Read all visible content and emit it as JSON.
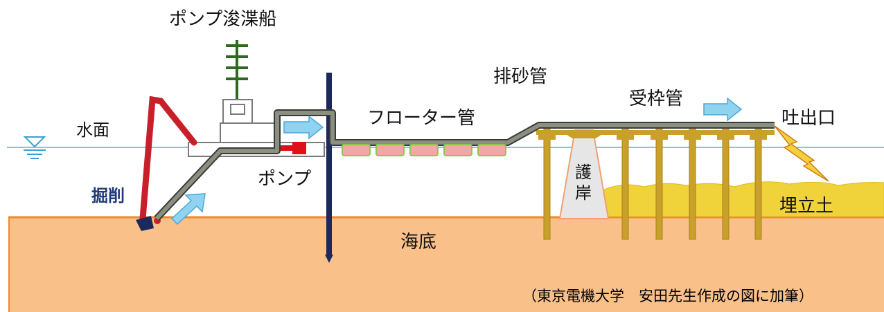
{
  "labels": {
    "dredger": "ポンプ浚渫船",
    "water_surface": "水面",
    "excavation": "掘削",
    "pump": "ポンプ",
    "floater_pipe": "フローター管",
    "discharge_pipe": "排砂管",
    "receiving_pipe": "受枠管",
    "outlet": "吐出口",
    "revetment": "護岸",
    "reclaimed_soil": "埋立土",
    "seabed": "海底"
  },
  "caption": "（東京電機大学　安田先生作成の図に加筆）",
  "colors": {
    "seabed": "#f9c08a",
    "seabed_edge": "#f08a2c",
    "water_line": "#7fc8e8",
    "pipe": "#8a8f80",
    "arm": "#c8202a",
    "mast": "#2e6a1e",
    "sheet_pile": "#1b2a5a",
    "pile": "#c9a02a",
    "fill": "#f0d23a",
    "float": "#f4a6a6",
    "flow_arrow": "#8fd3f0",
    "revetment": "#e6e6e6"
  }
}
